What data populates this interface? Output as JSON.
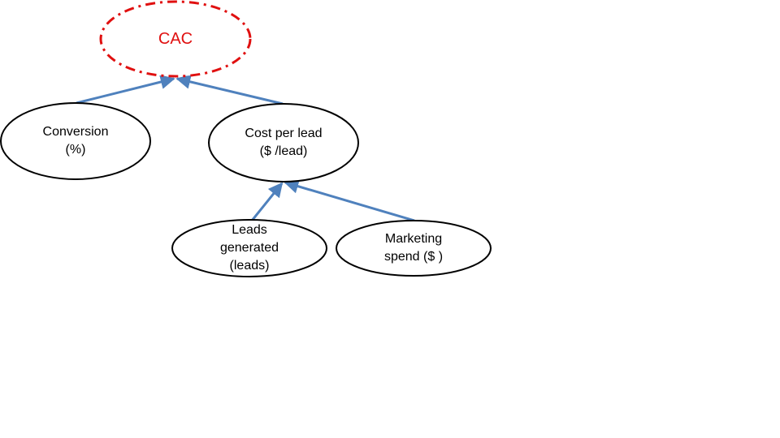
{
  "diagram": {
    "colors": {
      "root_border": "#e01010",
      "root_text": "#e01010",
      "node_border": "#000000",
      "edge": "#4f81bd",
      "background": "#ffffff"
    },
    "nodes": {
      "cac": {
        "lines": [
          "CAC"
        ],
        "style": "dash-dot"
      },
      "conversion": {
        "lines": [
          "Conversion",
          "(%)"
        ],
        "style": "solid"
      },
      "cost_per_lead": {
        "lines": [
          "Cost per lead",
          "($ /lead)"
        ],
        "style": "solid"
      },
      "leads_generated": {
        "lines": [
          "Leads",
          "generated",
          "(leads)"
        ],
        "style": "solid"
      },
      "marketing_spend": {
        "lines": [
          "Marketing",
          "spend ($ )"
        ],
        "style": "solid"
      }
    },
    "edges": [
      {
        "from": "conversion",
        "to": "cac"
      },
      {
        "from": "cost_per_lead",
        "to": "cac"
      },
      {
        "from": "leads_generated",
        "to": "cost_per_lead"
      },
      {
        "from": "marketing_spend",
        "to": "cost_per_lead"
      }
    ]
  }
}
